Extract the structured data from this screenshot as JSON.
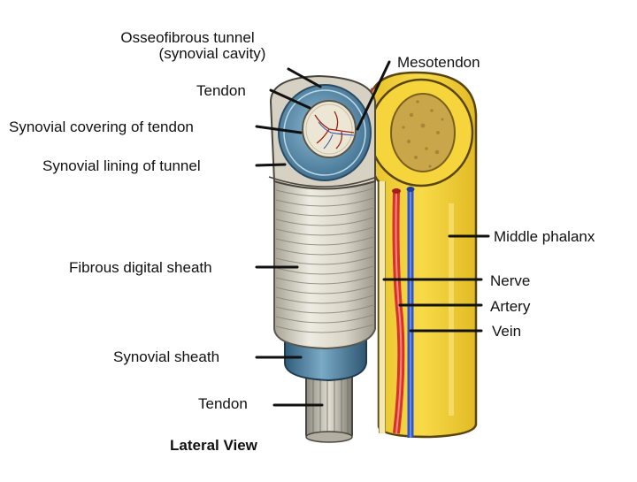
{
  "labels": {
    "osseofibrous_tunnel": "Osseofibrous tunnel",
    "synovial_cavity": "(synovial cavity)",
    "tendon_top": "Tendon",
    "mesotendon": "Mesotendon",
    "synovial_covering": "Synovial covering of tendon",
    "synovial_lining": "Synovial lining of tunnel",
    "middle_phalanx": "Middle phalanx",
    "fibrous_sheath": "Fibrous digital sheath",
    "nerve": "Nerve",
    "artery": "Artery",
    "vein": "Vein",
    "synovial_sheath": "Synovial sheath",
    "tendon_bottom": "Tendon",
    "view_caption": "Lateral View"
  },
  "colors": {
    "bone": "#f2d23c",
    "bone_edge": "#6b5410",
    "marrow": "#c9a64a",
    "sheath_fiber": "#dcd8cc",
    "synovial_blue": "#5d8fae",
    "tendon_cream": "#e9e2cf",
    "artery_red": "#d8312a",
    "vein_blue": "#2f55c8",
    "nerve_cream": "#f4e9b0"
  }
}
